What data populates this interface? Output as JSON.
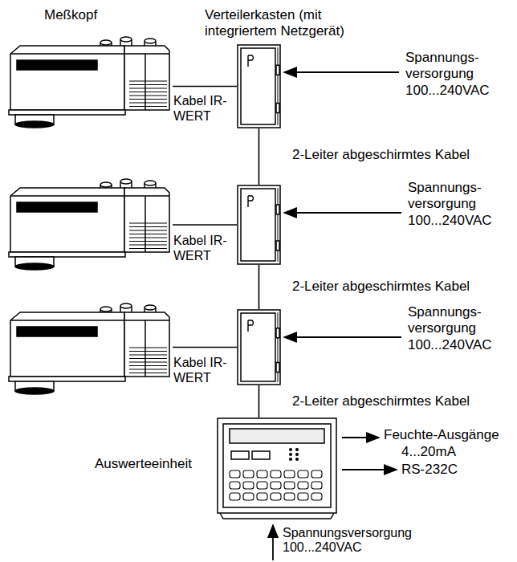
{
  "diagram": {
    "nodes": [
      {
        "text": [
          "Meßkopf"
        ]
      },
      {
        "text": [
          "Verteilerkasten (mit integriertem Netzgerät)"
        ]
      },
      {
        "text": []
      },
      {
        "text": []
      },
      {
        "text": []
      },
      {
        "text": []
      },
      {
        "text": [
          "Auswerteeinheit"
        ]
      }
    ],
    "edges": [
      {
        "from": 0,
        "to": 1,
        "arrow": "none",
        "label": "Kabel IR-WERT"
      },
      {
        "from": 1,
        "to": 3,
        "arrow": "none",
        "label": "2-Leiter abgeschirmtes Kabel"
      },
      {
        "from": 2,
        "to": 3,
        "arrow": "none",
        "label": "Kabel IR-WERT"
      },
      {
        "from": 3,
        "to": 5,
        "arrow": "none",
        "label": "2-Leiter abgeschirmtes Kabel"
      },
      {
        "from": 4,
        "to": 5,
        "arrow": "none",
        "label": "Kabel IR-WERT"
      },
      {
        "from": 5,
        "to": 6,
        "arrow": "none",
        "label": "2-Leiter abgeschirmtes Kabel"
      }
    ],
    "labels": [
      "Spannungs- versorgung 100...240VAC",
      "Spannungs- versorgung 100...240VAC",
      "Spannungs- versorgung 100...240VAC",
      "Feuchte-Ausgänge",
      "4...20mA",
      "RS-232C",
      "Spannungsversorgung 100...240VAC"
    ]
  }
}
